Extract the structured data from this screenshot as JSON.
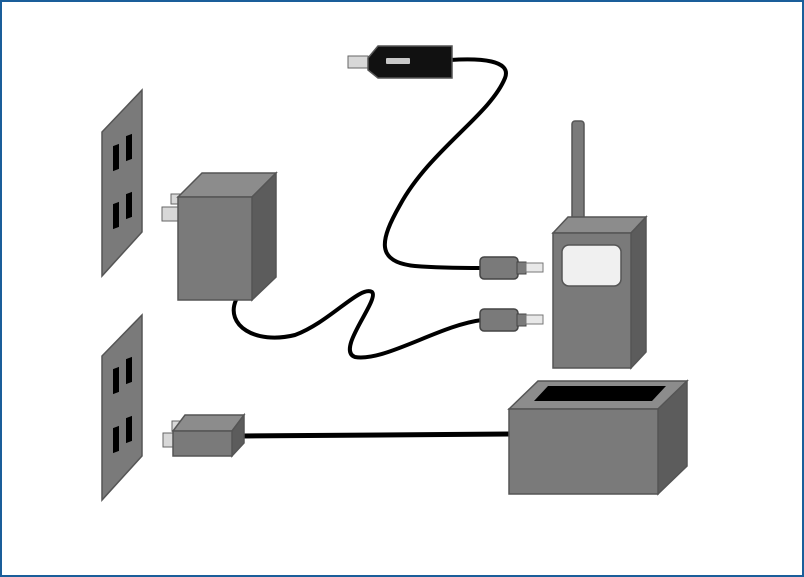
{
  "diagram": {
    "components": [
      {
        "id": "wall-outlet-upper",
        "icon": "wall-outlet-icon"
      },
      {
        "id": "wall-outlet-lower",
        "icon": "wall-outlet-icon"
      },
      {
        "id": "ac-wall-adapter",
        "icon": "power-adapter-icon"
      },
      {
        "id": "car-lighter-plug",
        "icon": "car-charger-icon"
      },
      {
        "id": "two-way-radio",
        "icon": "walkie-talkie-icon"
      },
      {
        "id": "charging-base",
        "icon": "charging-cradle-icon"
      },
      {
        "id": "usb-plug",
        "icon": "usb-plug-icon"
      }
    ],
    "connections": [
      {
        "from": "car-lighter-plug",
        "to": "two-way-radio"
      },
      {
        "from": "ac-wall-adapter",
        "to": "two-way-radio"
      },
      {
        "from": "usb-plug",
        "to": "charging-base"
      }
    ],
    "colors": {
      "frame_border": "#1a5e9a",
      "body_front": "#7a7a7a",
      "body_top": "#8c8c8c",
      "body_side": "#5c5c5c",
      "cable": "#000000",
      "prong": "#d8d8d8",
      "display": "#f0f0f0"
    }
  }
}
